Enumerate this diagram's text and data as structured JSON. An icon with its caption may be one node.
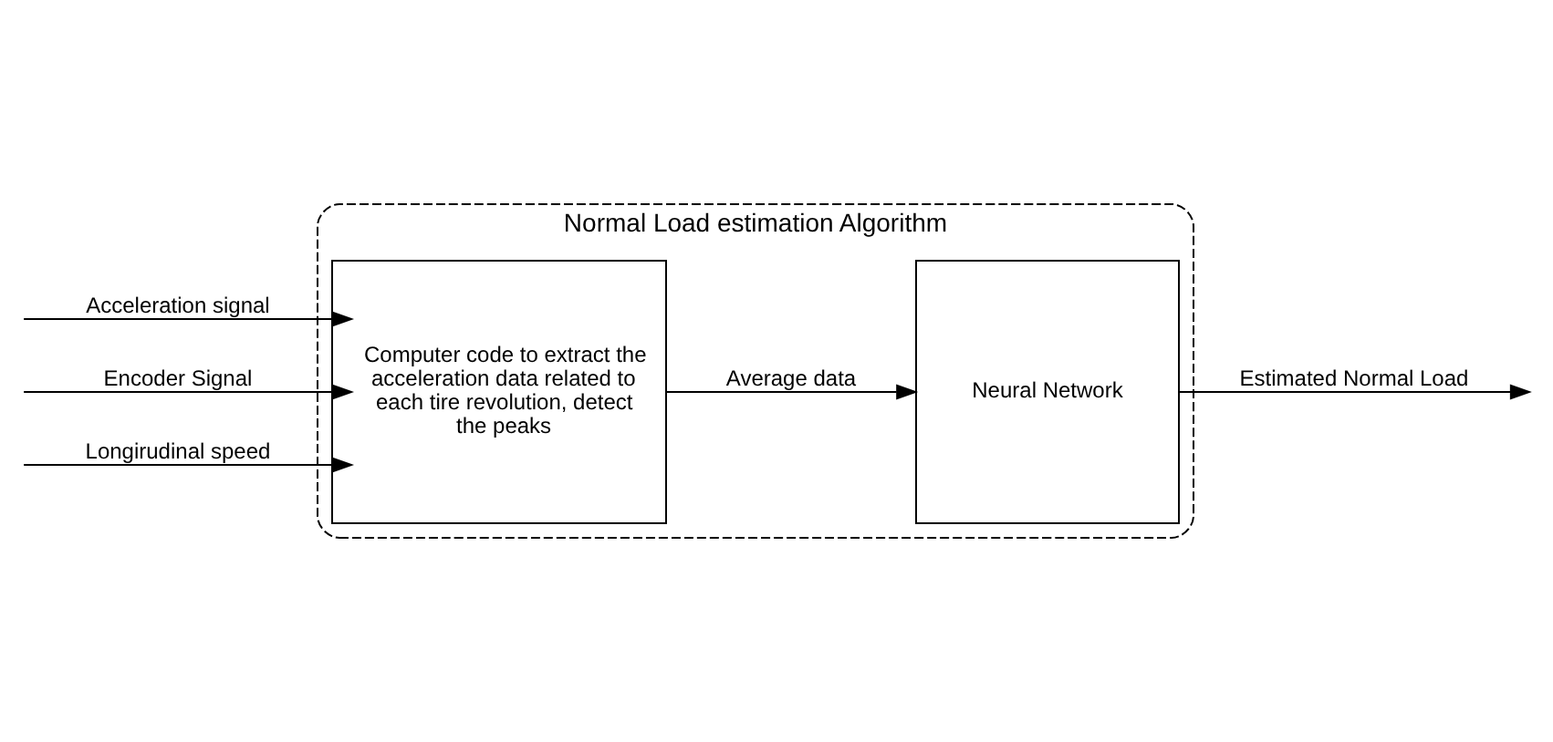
{
  "diagram": {
    "nodes": [
      {
        "text": [
          "Normal Load estimation Algorithm"
        ]
      },
      {
        "text": [
          "Computer code to extract the acceleration data related to each tire revolution, detect the peaks"
        ],
        "in": 0
      },
      {
        "text": [
          "Neural Network"
        ],
        "in": 0
      }
    ],
    "edges": [
      {
        "from": null,
        "to": 1,
        "arrow": "to",
        "label": "Acceleration signal"
      },
      {
        "from": null,
        "to": 1,
        "arrow": "to",
        "label": "Encoder Signal"
      },
      {
        "from": null,
        "to": 1,
        "arrow": "to",
        "label": "Longirudinal speed"
      },
      {
        "from": 1,
        "to": 2,
        "arrow": "to",
        "label": "Average data"
      },
      {
        "from": 2,
        "to": null,
        "arrow": "to",
        "label": "Estimated Normal Load"
      }
    ]
  }
}
